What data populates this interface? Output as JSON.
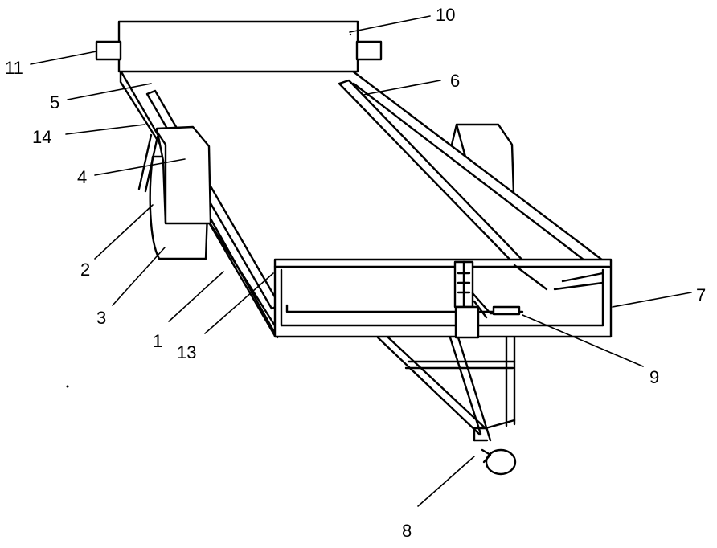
{
  "figure": {
    "labels": [
      {
        "id": "1",
        "text": "1"
      },
      {
        "id": "2",
        "text": "2"
      },
      {
        "id": "3",
        "text": "3"
      },
      {
        "id": "4",
        "text": "4"
      },
      {
        "id": "5",
        "text": "5"
      },
      {
        "id": "6",
        "text": "6"
      },
      {
        "id": "7",
        "text": "7"
      },
      {
        "id": "8",
        "text": "8"
      },
      {
        "id": "9",
        "text": "9"
      },
      {
        "id": "10",
        "text": "10"
      },
      {
        "id": "11",
        "text": "11"
      },
      {
        "id": "13",
        "text": "13"
      },
      {
        "id": "14",
        "text": "14"
      }
    ]
  }
}
